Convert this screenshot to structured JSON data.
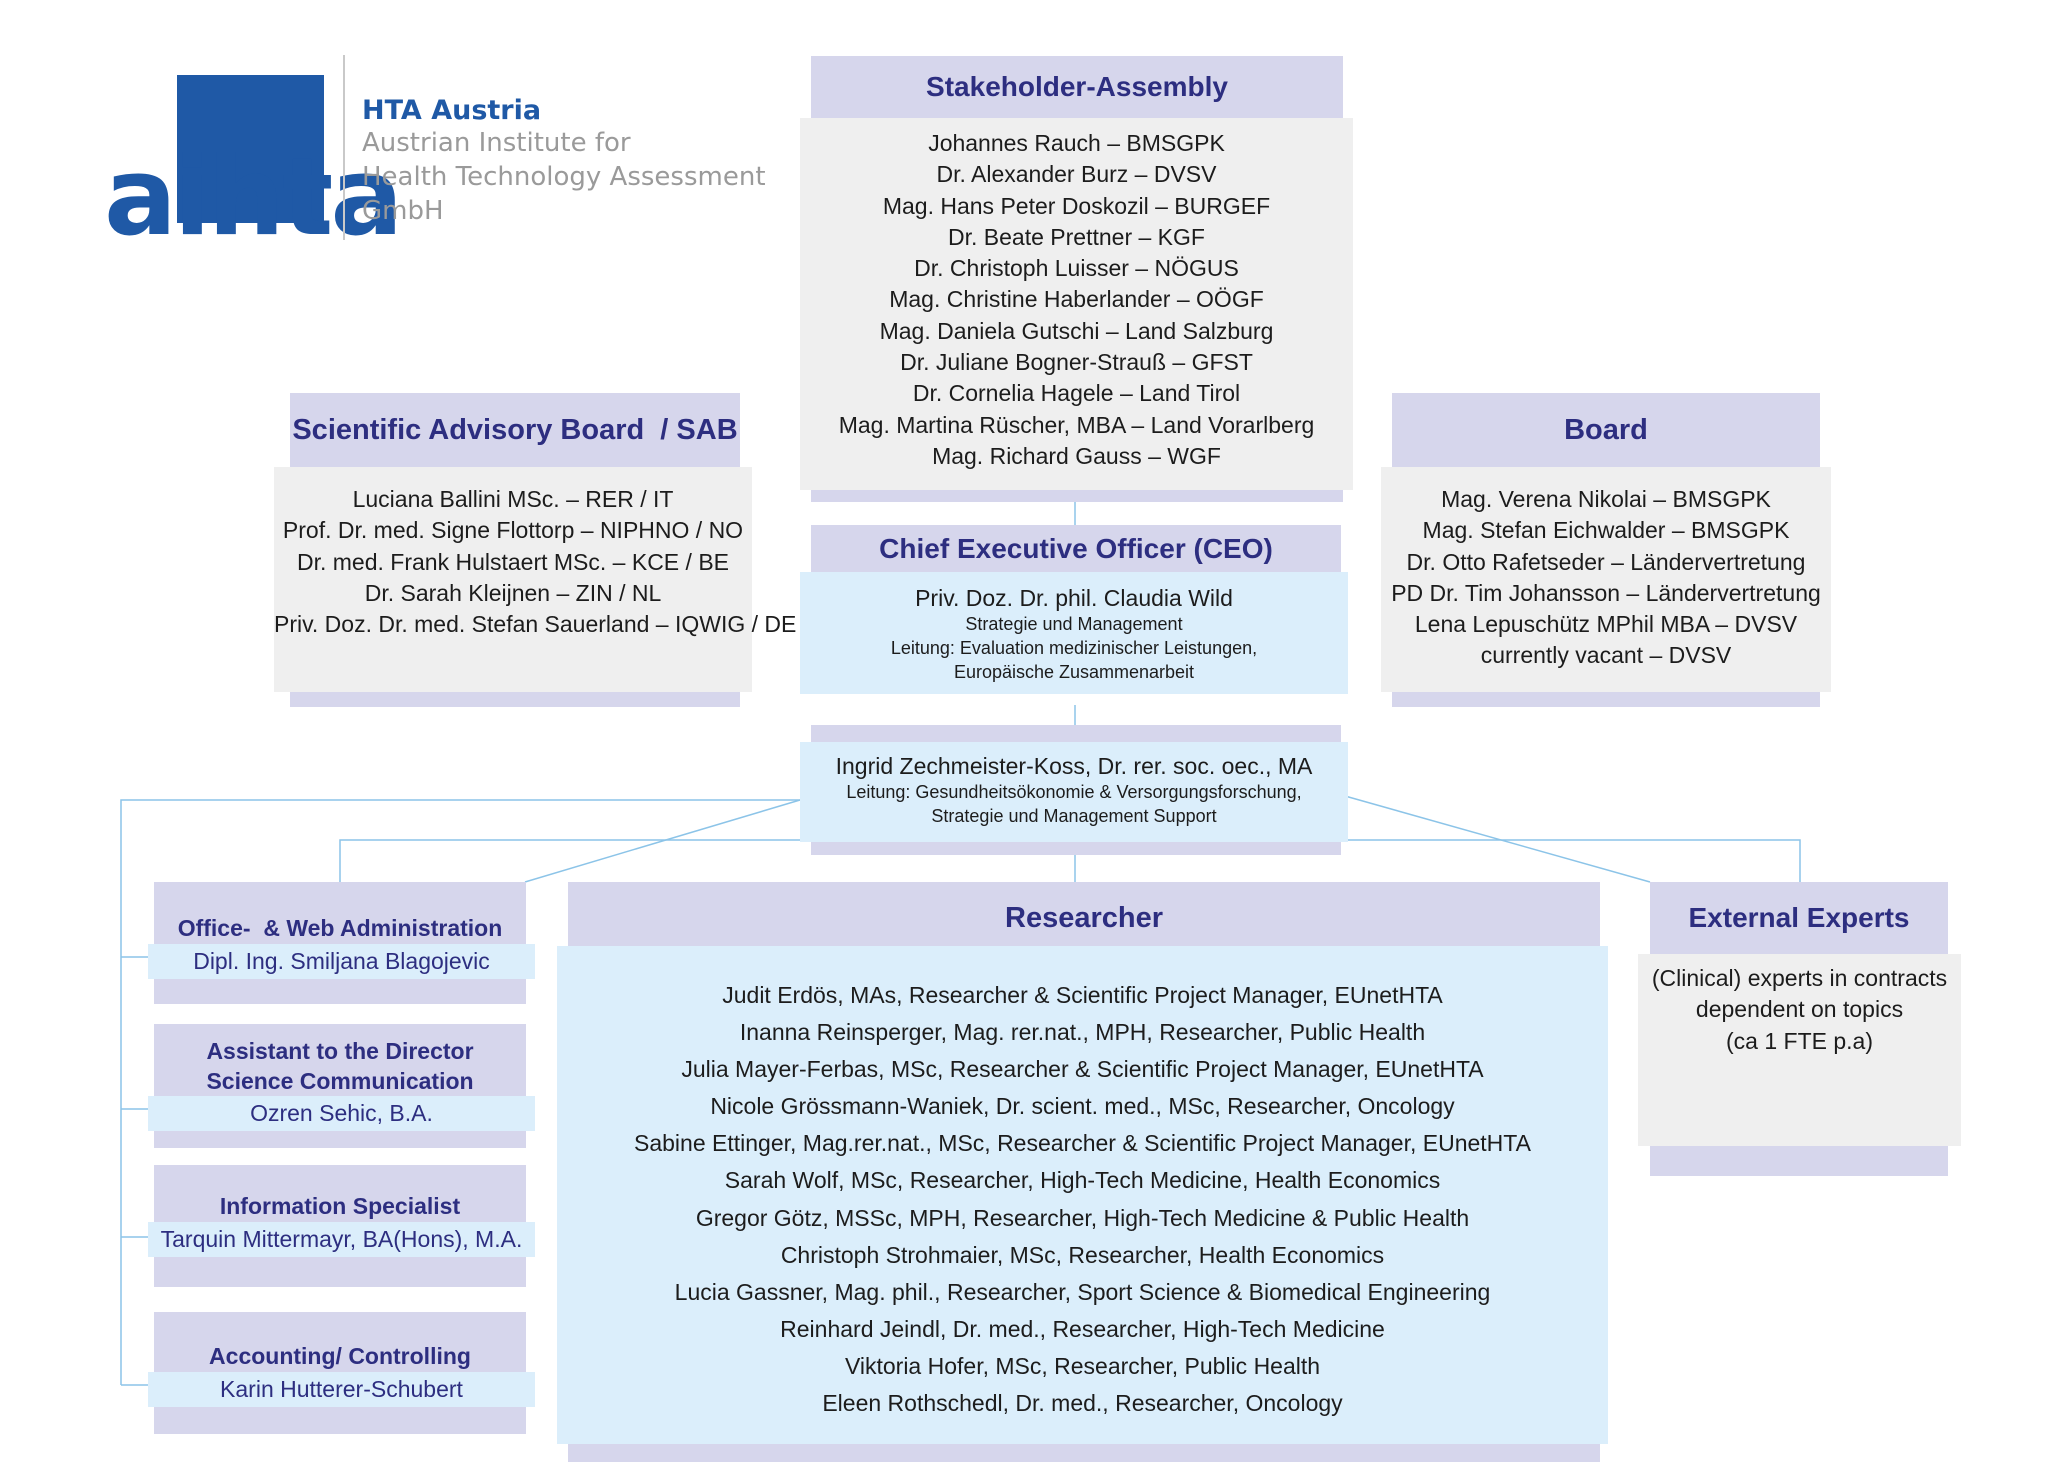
{
  "logo": {
    "wordmark": "aihta",
    "org_short": "HTA Austria",
    "org_line1": "Austrian Institute for",
    "org_line2": "Health Technology Assessment",
    "org_line3": "GmbH"
  },
  "stakeholder_assembly": {
    "title": "Stakeholder-Assembly",
    "members": [
      "Johannes Rauch – BMSGPK",
      "Dr. Alexander Burz – DVSV",
      "Mag. Hans Peter Doskozil – BURGEF",
      "Dr. Beate Prettner – KGF",
      "Dr. Christoph Luisser – NÖGUS",
      "Mag. Christine Haberlander – OÖGF",
      "Mag. Daniela Gutschi – Land Salzburg",
      "Dr. Juliane Bogner-Strauß – GFST",
      "Dr. Cornelia Hagele  – Land Tirol",
      "Mag. Martina Rüscher, MBA – Land Vorarlberg",
      "Mag. Richard Gauss – WGF"
    ]
  },
  "sab": {
    "title": "Scientific Advisory Board  / SAB",
    "members": [
      "Luciana Ballini MSc. – RER / IT",
      "Prof. Dr. med. Signe Flottorp – NIPHNO / NO",
      "Dr. med. Frank Hulstaert MSc. – KCE / BE",
      "Dr. Sarah Kleijnen – ZIN / NL",
      "Priv. Doz. Dr. med. Stefan Sauerland – IQWIG / DE"
    ]
  },
  "board": {
    "title": "Board",
    "members": [
      "Mag. Verena Nikolai – BMSGPK",
      "Mag. Stefan Eichwalder – BMSGPK",
      "Dr. Otto Rafetseder – Ländervertretung",
      "PD Dr. Tim Johansson – Ländervertretung",
      "Lena Lepuschütz MPhil MBA – DVSV",
      "currently vacant – DVSV"
    ]
  },
  "ceo": {
    "title": "Chief Executive Officer (CEO)",
    "name": "Priv. Doz. Dr. phil. Claudia Wild",
    "line1": "Strategie und Management",
    "line2": "Leitung: Evaluation medizinischer Leistungen,",
    "line3": "Europäische Zusammenarbeit"
  },
  "deputy": {
    "name": "Ingrid Zechmeister-Koss, Dr. rer. soc. oec., MA",
    "line1": "Leitung: Gesundheitsökonomie & Versorgungsforschung,",
    "line2": "Strategie und Management Support"
  },
  "office": {
    "title": "Office-  & Web Administration",
    "name": "Dipl. Ing. Smiljana Blagojevic"
  },
  "assistant": {
    "title_line1": "Assistant to the Director",
    "title_line2": "Science Communication",
    "name": "Ozren Sehic, B.A."
  },
  "info_specialist": {
    "title": "Information Specialist",
    "name": "Tarquin Mittermayr, BA(Hons), M.A."
  },
  "accounting": {
    "title": "Accounting/ Controlling",
    "name": "Karin Hutterer-Schubert"
  },
  "researcher": {
    "title": "Researcher",
    "members": [
      "Judit Erdös, MAs, Researcher & Scientific Project Manager, EUnetHTA",
      "Inanna Reinsperger, Mag. rer.nat., MPH, Researcher, Public Health",
      "Julia Mayer-Ferbas, MSc, Researcher & Scientific Project Manager, EUnetHTA",
      "Nicole Grössmann-Waniek, Dr. scient. med., MSc, Researcher, Oncology",
      "Sabine Ettinger, Mag.rer.nat., MSc, Researcher & Scientific Project Manager, EUnetHTA",
      "Sarah Wolf, MSc, Researcher, High-Tech Medicine, Health Economics",
      "Gregor Götz, MSSc, MPH, Researcher, High-Tech Medicine & Public Health",
      "Christoph Strohmaier, MSc, Researcher, Health Economics",
      "Lucia Gassner, Mag. phil., Researcher, Sport Science & Biomedical Engineering",
      "Reinhard Jeindl, Dr. med., Researcher, High-Tech Medicine",
      "Viktoria Hofer, MSc, Researcher, Public Health",
      "Eleen Rothschedl, Dr. med., Researcher, Oncology"
    ]
  },
  "external": {
    "title": "External Experts",
    "line1": "(Clinical) experts in contracts",
    "line2": "dependent on topics",
    "line3": "(ca 1 FTE p.a)"
  },
  "colors": {
    "header_bg": "#d6d6ec",
    "title_text": "#2d2e80",
    "grey_box": "#efefef",
    "blue_box": "#dbeefb",
    "connector": "#8cc4e8",
    "logo_blue": "#1f59a6"
  }
}
